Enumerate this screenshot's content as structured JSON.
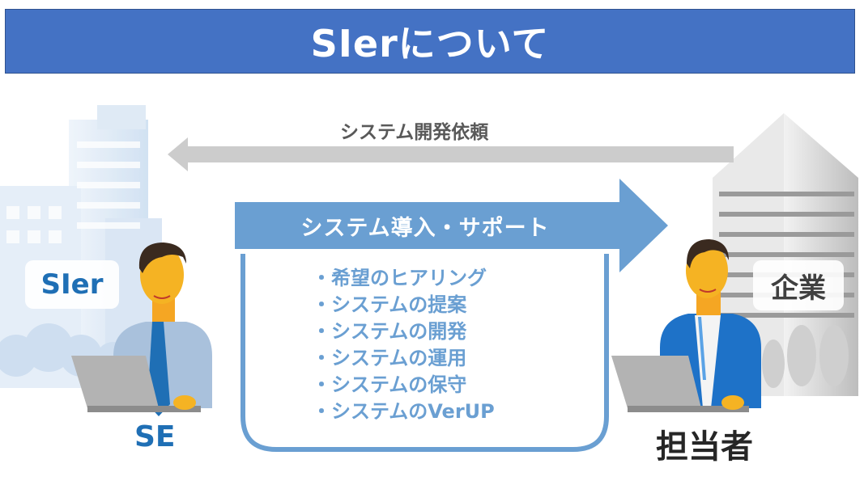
{
  "title": "SIerについて",
  "arrows": {
    "request_label": "システム開発依頼",
    "support_label": "システム導入・サポート"
  },
  "parties": {
    "left_org": "SIer",
    "left_role": "SE",
    "right_org": "企業",
    "right_role": "担当者"
  },
  "services": [
    "・希望のヒアリング",
    "・システムの提案",
    "・システムの開発",
    "・システムの運用",
    "・システムの保守",
    "・システムのVerUP"
  ],
  "colors": {
    "title_bg": "#4472c4",
    "support_arrow": "#6a9fd2",
    "request_arrow": "#cccccc",
    "se_text": "#1f6fb5"
  }
}
